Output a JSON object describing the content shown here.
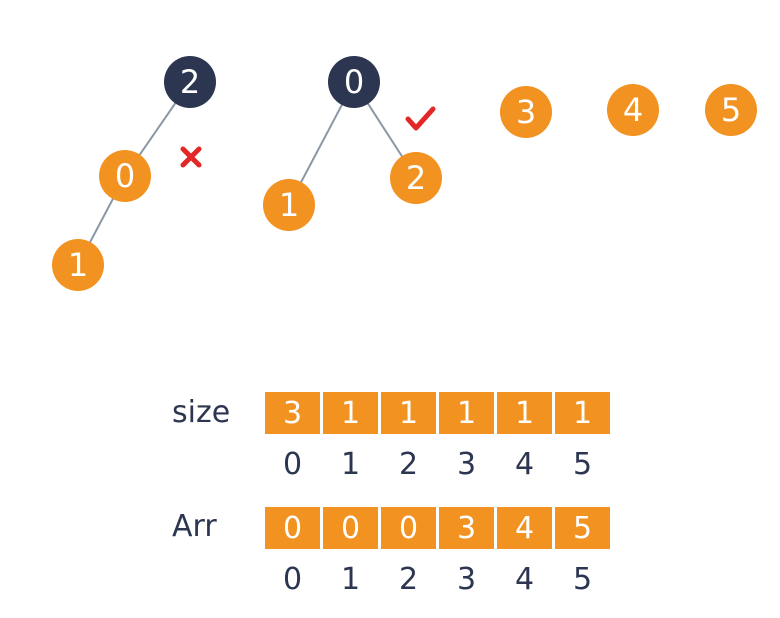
{
  "colors": {
    "root": "#2c3651",
    "node": "#f29220",
    "edge": "#8a98a6",
    "cross": "#e32626",
    "check": "#e32626",
    "text": "#2c3651"
  },
  "trees": {
    "left": {
      "root": "2",
      "child": "0",
      "grandchild": "1",
      "status_icon": "cross-icon"
    },
    "right": {
      "root": "0",
      "left_child": "1",
      "right_child": "2",
      "status_icon": "check-icon"
    },
    "singletons": [
      "3",
      "4",
      "5"
    ]
  },
  "size_row": {
    "label": "size",
    "values": [
      "3",
      "1",
      "1",
      "1",
      "1",
      "1"
    ],
    "indices": [
      "0",
      "1",
      "2",
      "3",
      "4",
      "5"
    ]
  },
  "arr_row": {
    "label": "Arr",
    "values": [
      "0",
      "0",
      "0",
      "3",
      "4",
      "5"
    ],
    "indices": [
      "0",
      "1",
      "2",
      "3",
      "4",
      "5"
    ]
  }
}
